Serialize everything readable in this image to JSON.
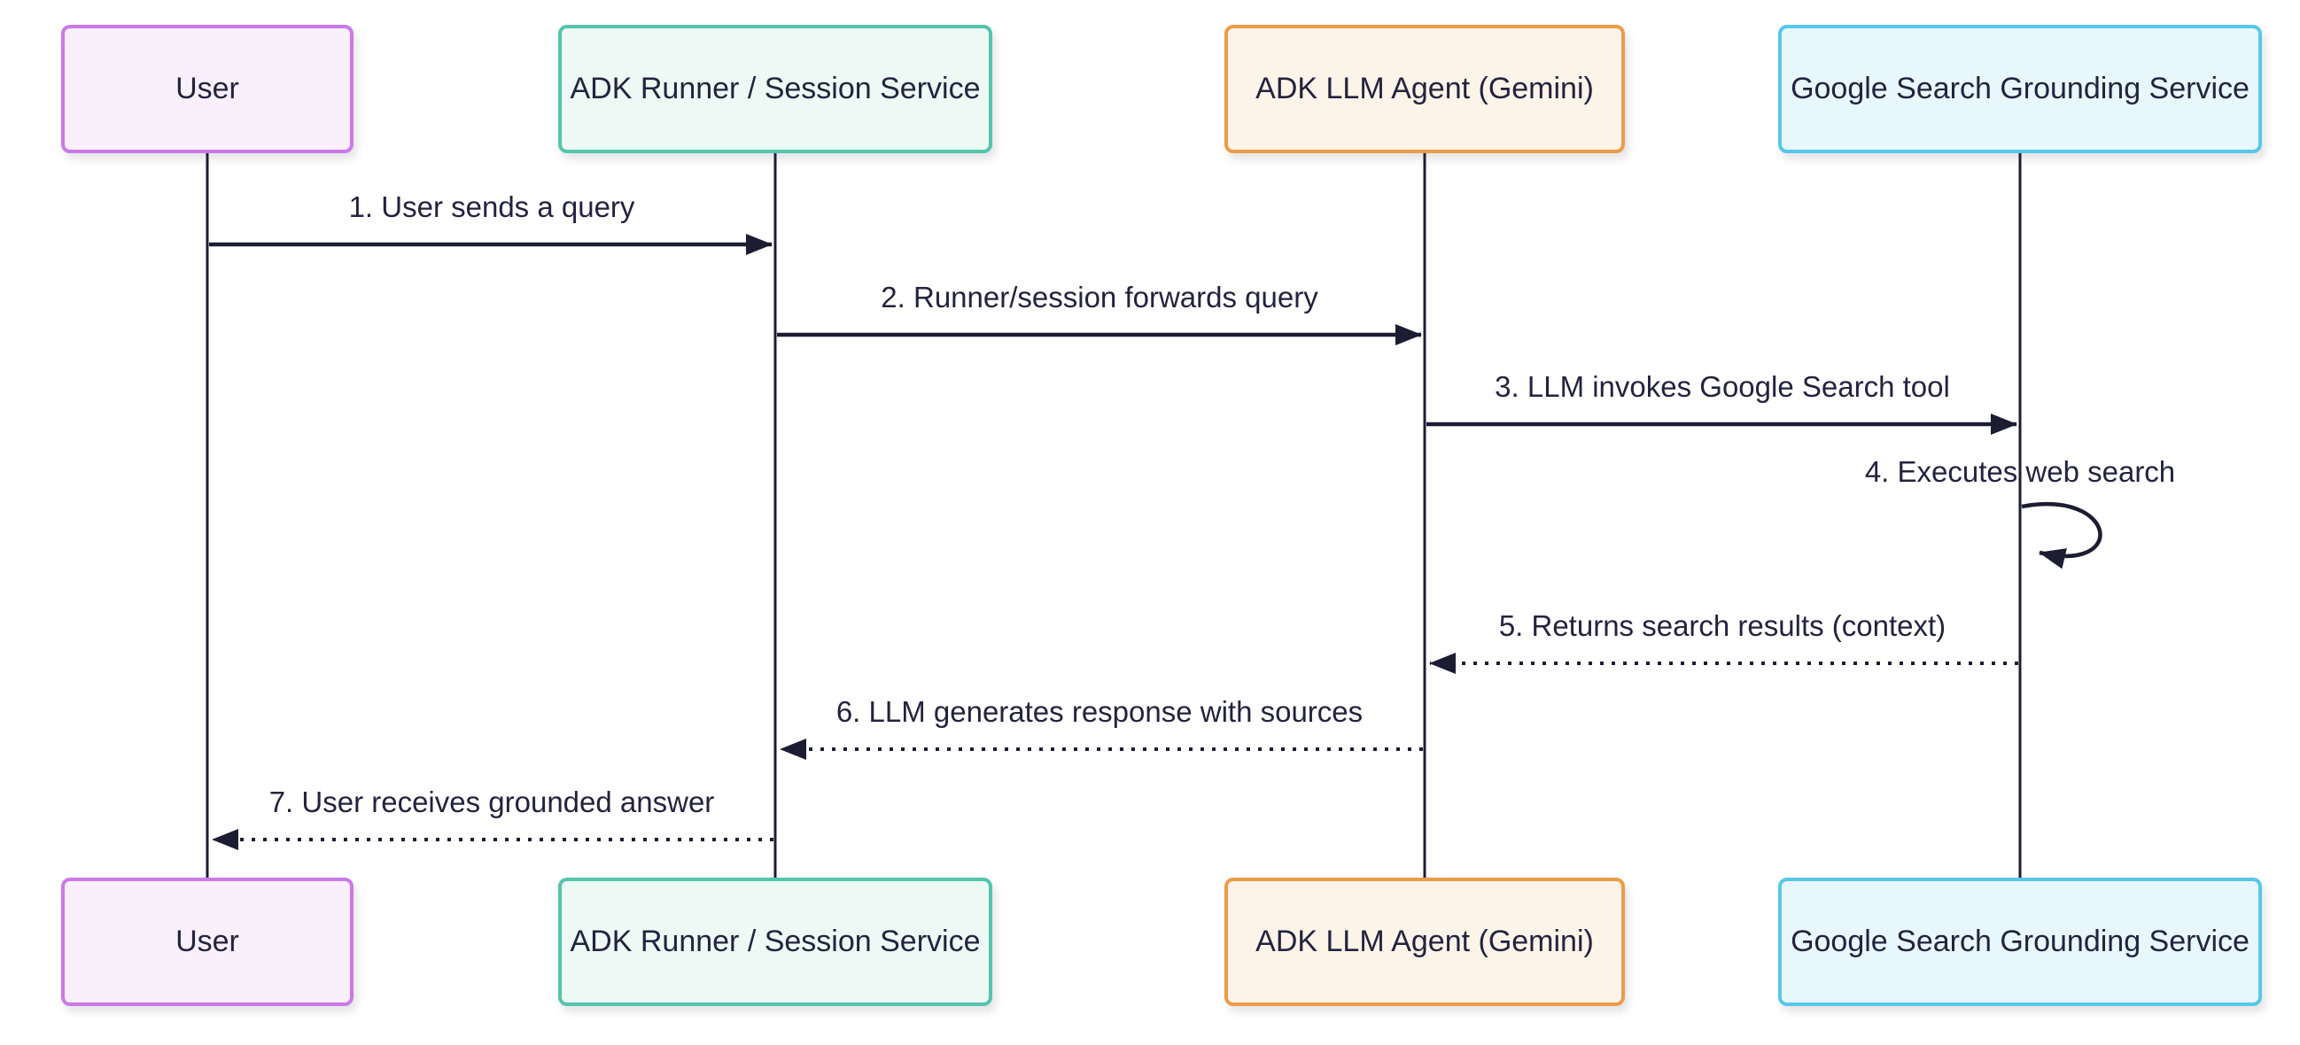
{
  "diagram": {
    "kind": "sequence-diagram",
    "background": "#ffffff"
  },
  "actors": [
    {
      "id": "user",
      "label": "User",
      "border_color": "#cb79e9",
      "fill_color": "#f9f0fc"
    },
    {
      "id": "runner",
      "label": "ADK Runner / Session Service",
      "border_color": "#54c5ab",
      "fill_color": "#ecf9f4"
    },
    {
      "id": "llm",
      "label": "ADK LLM Agent (Gemini)",
      "border_color": "#ec9b47",
      "fill_color": "#fdf4e9"
    },
    {
      "id": "google",
      "label": "Google Search Grounding Service",
      "border_color": "#57c8e8",
      "fill_color": "#e8f7fc"
    }
  ],
  "messages": [
    {
      "num": 1,
      "label": "1. User sends a query",
      "from": "User",
      "to": "ADK Runner / Session Service",
      "line": "solid"
    },
    {
      "num": 2,
      "label": "2. Runner/session forwards query",
      "from": "ADK Runner / Session Service",
      "to": "ADK LLM Agent (Gemini)",
      "line": "solid"
    },
    {
      "num": 3,
      "label": "3. LLM invokes Google Search tool",
      "from": "ADK LLM Agent (Gemini)",
      "to": "Google Search Grounding Service",
      "line": "solid"
    },
    {
      "num": 4,
      "label": "4. Executes web search",
      "from": "Google Search Grounding Service",
      "to": "Google Search Grounding Service",
      "line": "self-loop"
    },
    {
      "num": 5,
      "label": "5. Returns search results (context)",
      "from": "Google Search Grounding Service",
      "to": "ADK LLM Agent (Gemini)",
      "line": "dotted"
    },
    {
      "num": 6,
      "label": "6. LLM generates response with sources",
      "from": "ADK LLM Agent (Gemini)",
      "to": "ADK Runner / Session Service",
      "line": "dotted"
    },
    {
      "num": 7,
      "label": "7. User receives grounded answer",
      "from": "ADK Runner / Session Service",
      "to": "User",
      "line": "dotted"
    }
  ],
  "colors": {
    "line": "#1c1c33",
    "text": "#23233f",
    "background": "#ffffff",
    "user_border": "#cb79e9",
    "user_fill": "#f9f0fc",
    "runner_border": "#54c5ab",
    "runner_fill": "#ecf9f4",
    "llm_border": "#ec9b47",
    "llm_fill": "#fdf4e9",
    "google_border": "#57c8e8",
    "google_fill": "#e8f7fc"
  }
}
